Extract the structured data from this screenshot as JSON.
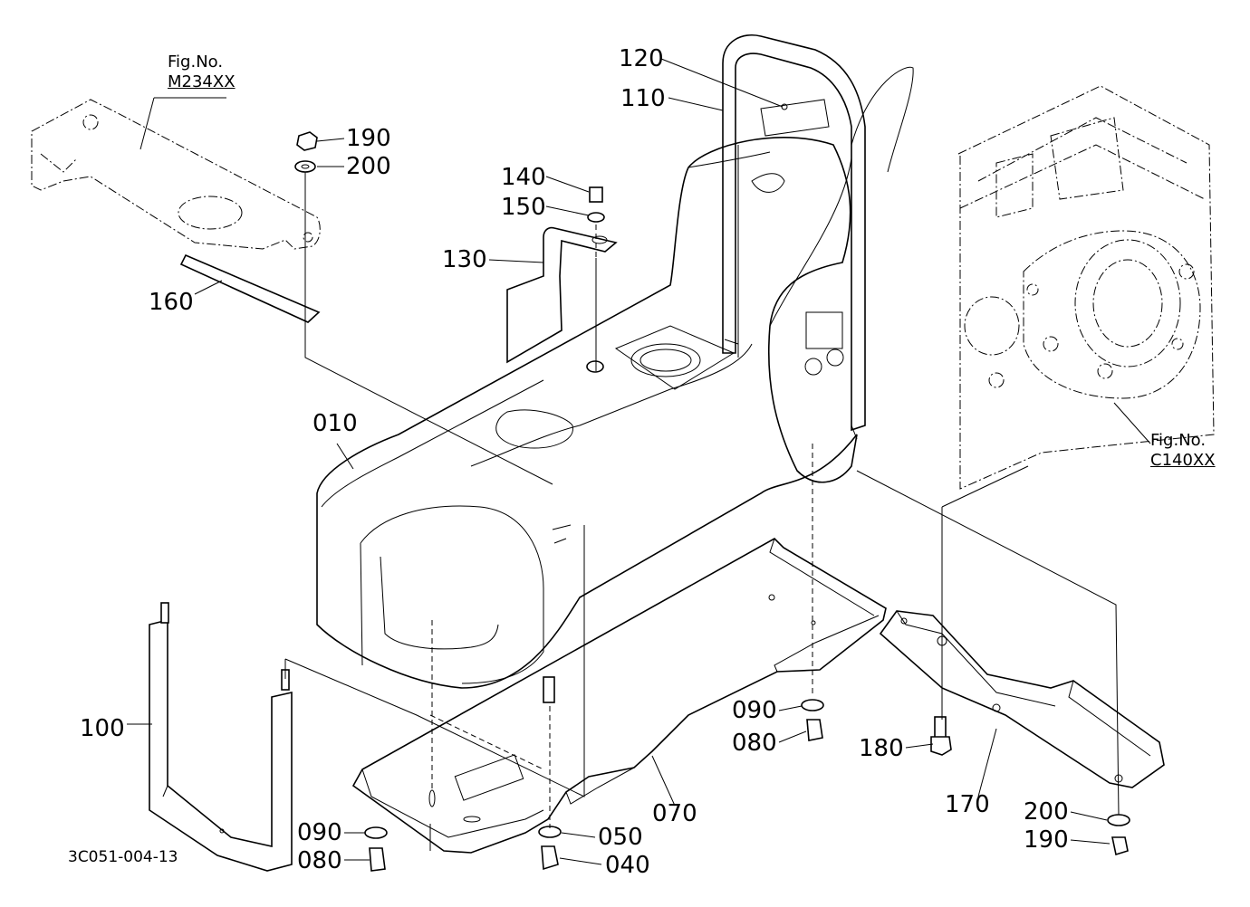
{
  "labels": {
    "p010": "010",
    "p040": "040",
    "p050": "050",
    "p070": "070",
    "p080a": "080",
    "p080b": "080",
    "p090a": "090",
    "p090b": "090",
    "p100": "100",
    "p110": "110",
    "p120": "120",
    "p130": "130",
    "p140": "140",
    "p150": "150",
    "p160": "160",
    "p170": "170",
    "p180": "180",
    "p190a": "190",
    "p190b": "190",
    "p200a": "200",
    "p200b": "200"
  },
  "figure_refs": {
    "top_left": {
      "prefix": "Fig.No.",
      "number": "M234XX"
    },
    "right": {
      "prefix": "Fig.No.",
      "number": "C140XX"
    }
  },
  "drawing_code": "3C051-004-13"
}
